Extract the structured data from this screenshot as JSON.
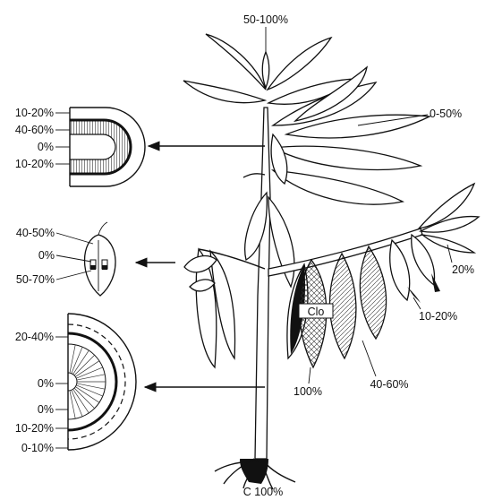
{
  "labels": {
    "top_bud": "50-100%",
    "upper_right": "0-50%",
    "right_tip": "20%",
    "right_mid": "10-20%",
    "leaf_a": "100%",
    "leaf_b": "40-60%",
    "leaf_tag": "Clo",
    "root": "C 100%"
  },
  "cross_section_top": {
    "labels": [
      "10-20%",
      "40-60%",
      "0%",
      "10-20%"
    ]
  },
  "cross_section_mid": {
    "labels": [
      "40-50%",
      "0%",
      "50-70%"
    ]
  },
  "cross_section_bottom": {
    "labels": [
      "20-40%",
      "0%",
      "0%",
      "10-20%",
      "0-10%"
    ]
  }
}
